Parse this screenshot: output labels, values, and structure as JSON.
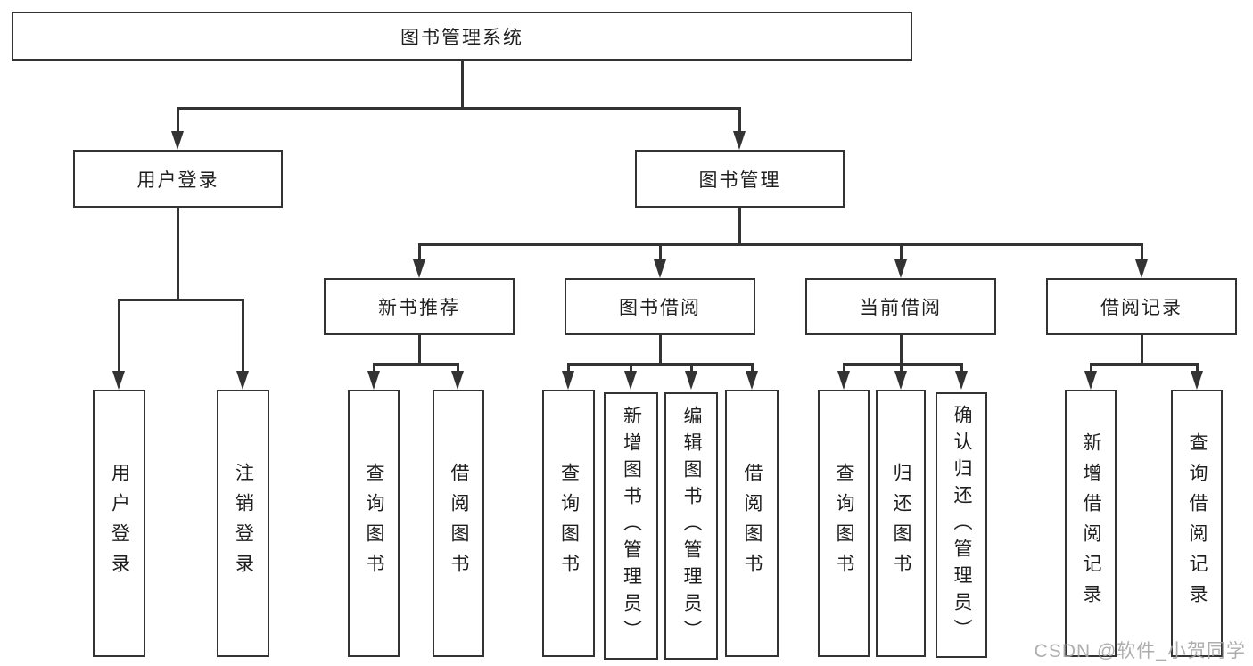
{
  "diagram": {
    "title": "图书管理系统",
    "watermark": "CSDN @软件_小贺同学",
    "colors": {
      "line": "#333333",
      "box_fill": "#ffffff",
      "text": "#1f1f1f",
      "watermark": "#a6a6a6"
    }
  },
  "nodes": {
    "root": {
      "label": "图书管理系统",
      "children": [
        "user_login",
        "book_mgmt"
      ]
    },
    "user_login": {
      "label": "用户登录",
      "children": [
        "leaf_user_login",
        "leaf_logout"
      ]
    },
    "book_mgmt": {
      "label": "图书管理",
      "children": [
        "new_book_rec",
        "book_borrow",
        "current_borrow",
        "borrow_record"
      ]
    },
    "new_book_rec": {
      "label": "新书推荐",
      "children": [
        "leaf_rec_query",
        "leaf_rec_borrow"
      ]
    },
    "book_borrow": {
      "label": "图书借阅",
      "children": [
        "leaf_bb_query",
        "leaf_bb_add",
        "leaf_bb_edit",
        "leaf_bb_borrow"
      ]
    },
    "current_borrow": {
      "label": "当前借阅",
      "children": [
        "leaf_cb_query",
        "leaf_cb_return",
        "leaf_cb_confirm"
      ]
    },
    "borrow_record": {
      "label": "借阅记录",
      "children": [
        "leaf_br_add",
        "leaf_br_query"
      ]
    },
    "leaf_user_login": {
      "label": "用户登录"
    },
    "leaf_logout": {
      "label": "注销登录"
    },
    "leaf_rec_query": {
      "label": "查询图书"
    },
    "leaf_rec_borrow": {
      "label": "借阅图书"
    },
    "leaf_bb_query": {
      "label": "查询图书"
    },
    "leaf_bb_add": {
      "label": "新增图书（管理员）"
    },
    "leaf_bb_edit": {
      "label": "编辑图书（管理员）"
    },
    "leaf_bb_borrow": {
      "label": "借阅图书"
    },
    "leaf_cb_query": {
      "label": "查询图书"
    },
    "leaf_cb_return": {
      "label": "归还图书"
    },
    "leaf_cb_confirm": {
      "label": "确认归还（管理员）"
    },
    "leaf_br_add": {
      "label": "新增借阅记录"
    },
    "leaf_br_query": {
      "label": "查询借阅记录"
    }
  }
}
